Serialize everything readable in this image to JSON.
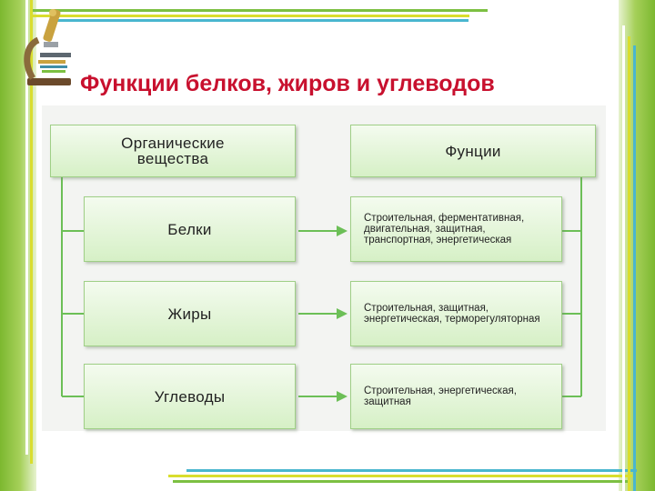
{
  "title": "Функции белков, жиров и углеводов",
  "diagram": {
    "left_header": "Органические вещества",
    "right_header": "Фунции",
    "rows": [
      {
        "substance": "Белки",
        "functions": "Строительная, ферментативная, двигательная, защитная, транспортная, энергетическая"
      },
      {
        "substance": "Жиры",
        "functions": "Строительная, защитная, энергетическая, терморегуляторная"
      },
      {
        "substance": "Углеводы",
        "functions": "Строительная, энергетическая, защитная"
      }
    ]
  },
  "colors": {
    "title": "#c8102e",
    "box_top": "#f4fbef",
    "box_bottom": "#d6f0c6",
    "connector": "#6cbf57",
    "border_green": "#7cb82f"
  },
  "icons": [
    "microscope-icon"
  ]
}
